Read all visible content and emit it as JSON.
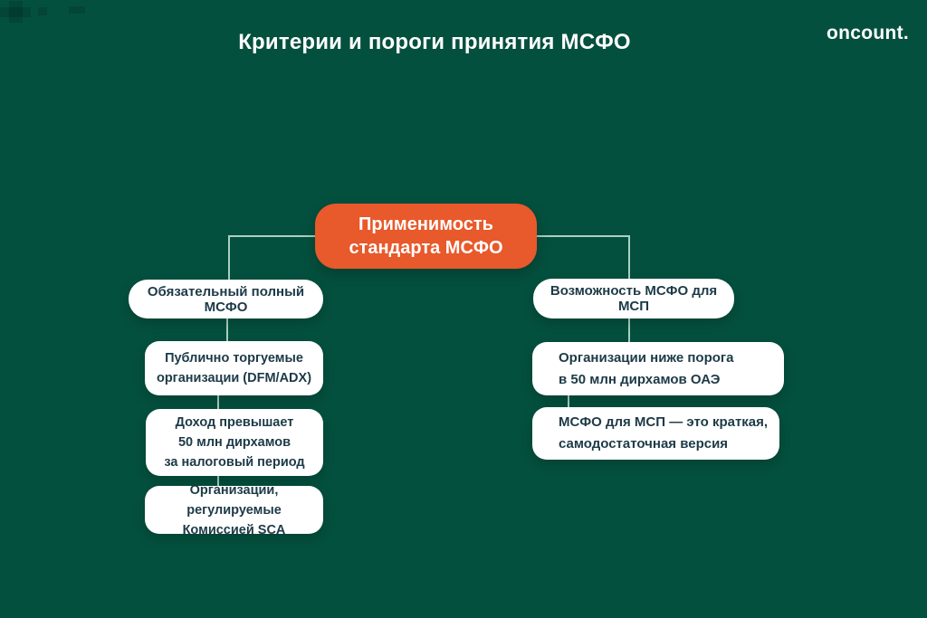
{
  "page": {
    "title": "Критерии и пороги принятия МСФО",
    "brand": "oncount."
  },
  "colors": {
    "background": "#04503E",
    "accent_orange": "#E8592B",
    "card_background": "#FFFFFF",
    "card_text": "#1D3A47",
    "connector": "#ABD0C3",
    "heading_text": "#FFFFFF"
  },
  "diagram": {
    "root": {
      "lines": [
        "Применимость",
        "стандарта МСФО"
      ]
    },
    "left_branch": {
      "header": "Обязательный полный МСФО",
      "items": [
        {
          "lines": [
            "Публично торгуемые",
            "организации (DFM/ADX)"
          ]
        },
        {
          "lines": [
            "Доход превышает",
            "50 млн дирхамов",
            "за налоговый период"
          ]
        },
        {
          "lines": [
            "Организации, регулируемые",
            "Комиссией SCA"
          ]
        }
      ]
    },
    "right_branch": {
      "header": "Возможность МСФО для МСП",
      "items": [
        {
          "lines": [
            "Организации ниже порога",
            "в 50 млн дирхамов ОАЭ"
          ]
        },
        {
          "lines": [
            "МСФО для МСП — это краткая,",
            "самодостаточная версия"
          ]
        }
      ]
    }
  }
}
